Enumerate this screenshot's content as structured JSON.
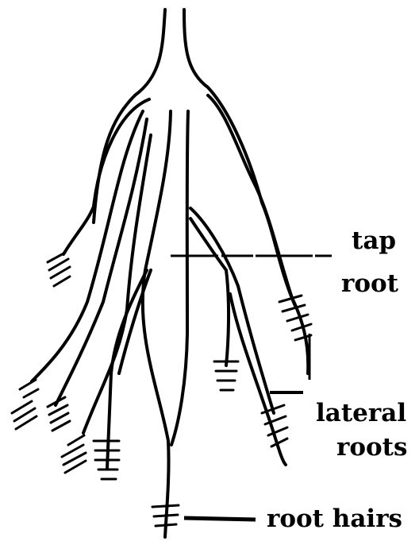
{
  "labels": {
    "tap_root": [
      "tap",
      "root"
    ],
    "lateral_roots": [
      "lateral",
      "roots"
    ],
    "root_hairs": "root hairs"
  },
  "colors": {
    "ink": "#000000",
    "background": "#ffffff"
  }
}
